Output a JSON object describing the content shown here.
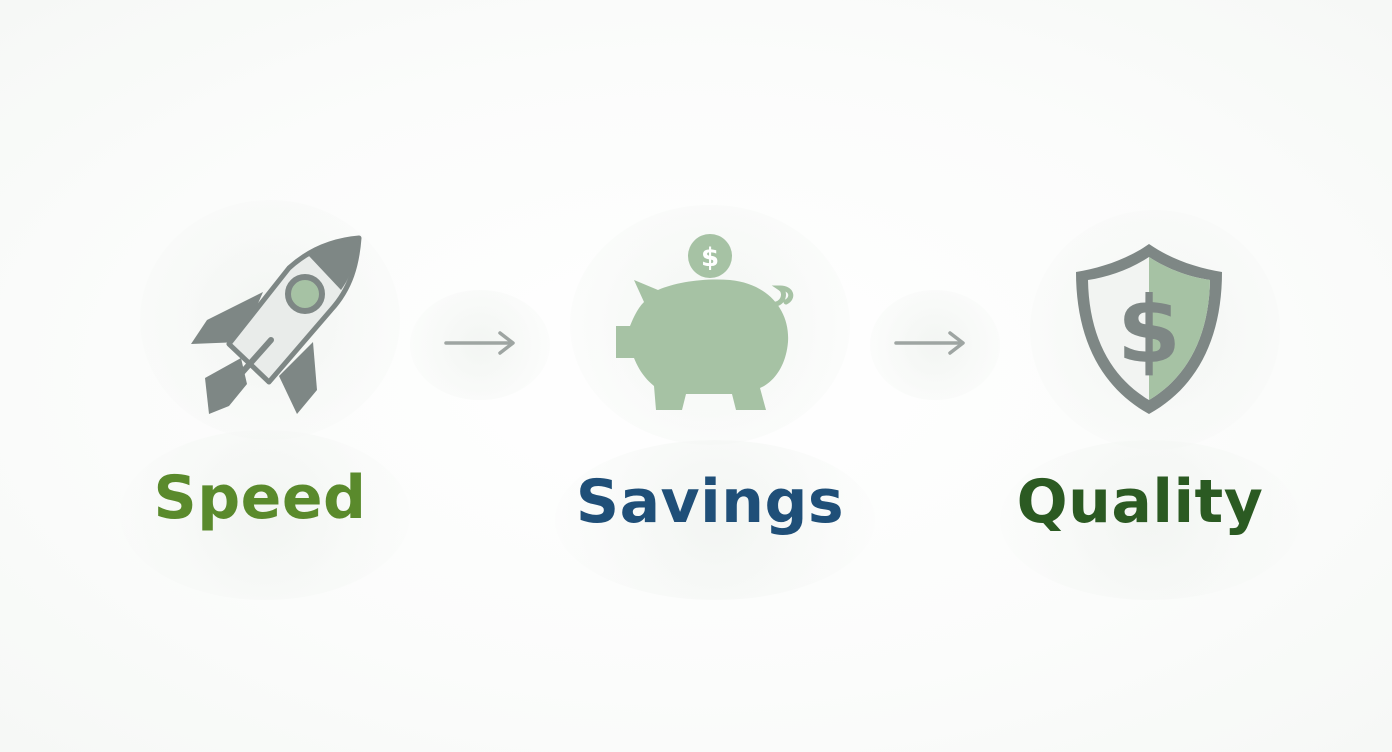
{
  "steps": [
    {
      "label": "Speed",
      "icon": "rocket-icon",
      "color": "#5a8a2c"
    },
    {
      "label": "Savings",
      "icon": "piggy-bank-icon",
      "color": "#1f4f78"
    },
    {
      "label": "Quality",
      "icon": "shield-dollar-icon",
      "color": "#2b5a22"
    }
  ],
  "connectors": [
    "arrow-right-icon",
    "arrow-right-icon"
  ],
  "palette": {
    "icon_gray": "#7e8785",
    "icon_light": "#e9ecea",
    "icon_green": "#a6c2a4",
    "coin_symbol": "#ffffff",
    "background": "#fcfdfc"
  }
}
